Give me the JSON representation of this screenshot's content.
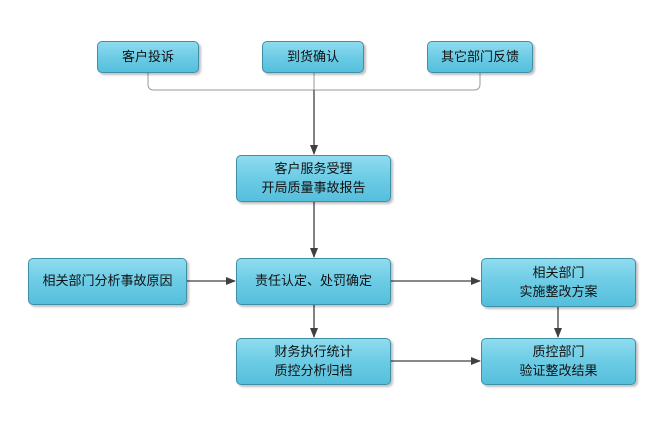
{
  "diagram": {
    "nodes": {
      "complaint": [
        "客户投诉"
      ],
      "arrival": [
        "到货确认"
      ],
      "other_dept": [
        "其它部门反馈"
      ],
      "service": [
        "客户服务受理",
        "开局质量事故报告"
      ],
      "cause": [
        "相关部门分析事故原因"
      ],
      "responsibility": [
        "责任认定、处罚确定"
      ],
      "plan": [
        "相关部门",
        "实施整改方案"
      ],
      "finance": [
        "财务执行统计",
        "质控分析归档"
      ],
      "verify": [
        "质控部门",
        "验证整改结果"
      ]
    },
    "colors": {
      "fill": "#6fcde6",
      "border": "#3f8fa6",
      "line": "#404040"
    }
  }
}
